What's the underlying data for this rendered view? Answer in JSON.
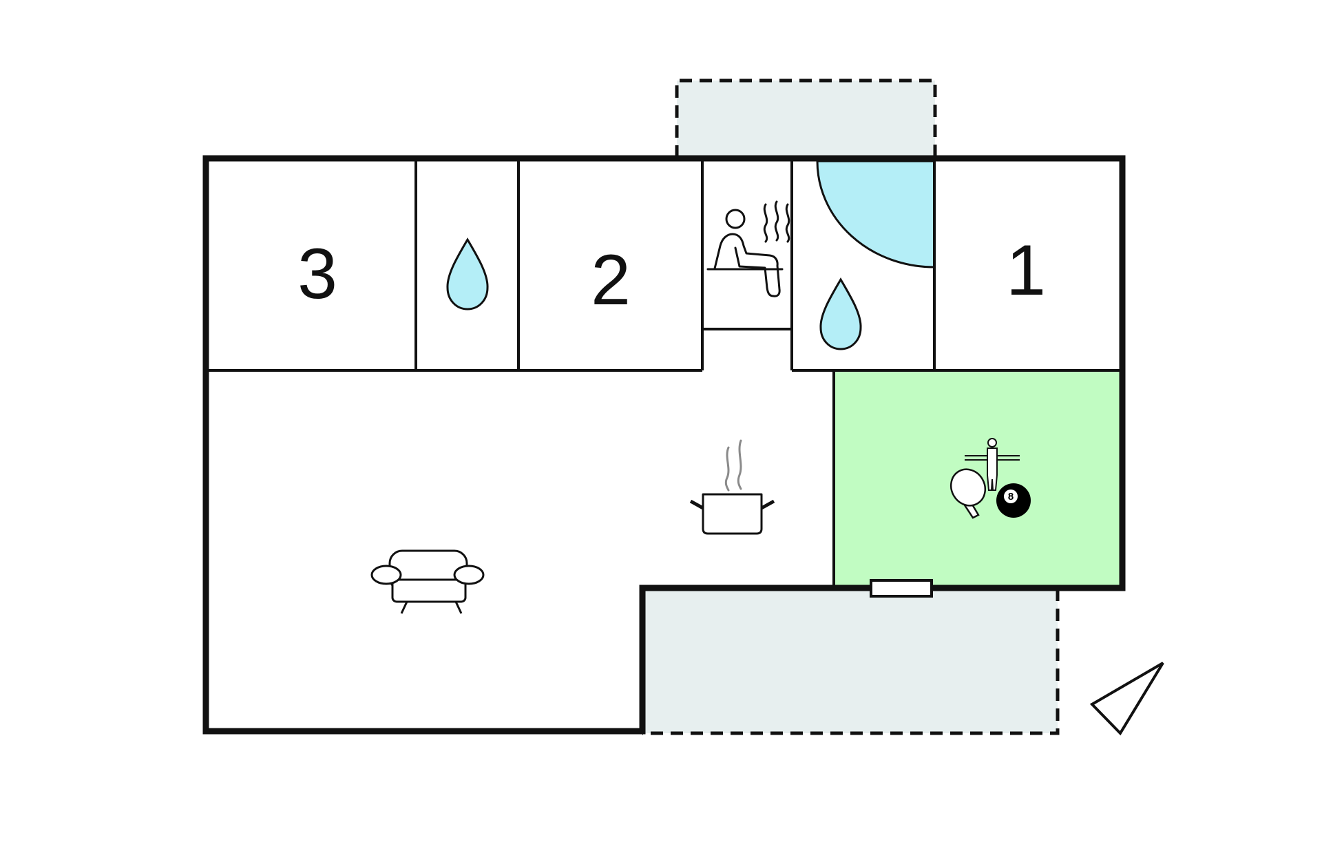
{
  "floorplan": {
    "room_labels": [
      "3",
      "2",
      "1"
    ],
    "billiard_ball_number": "8",
    "icons": [
      "water-drop-icon",
      "sauna-icon",
      "cooking-pot-icon",
      "sofa-icon",
      "table-tennis-icon",
      "table-football-icon",
      "billiard-ball-icon",
      "north-arrow-icon"
    ],
    "colors": {
      "wall": "#111111",
      "outdoor_terrace": "#e7efef",
      "water_blue": "#b4eef7",
      "activity_room_green": "#c1fcc2"
    }
  }
}
